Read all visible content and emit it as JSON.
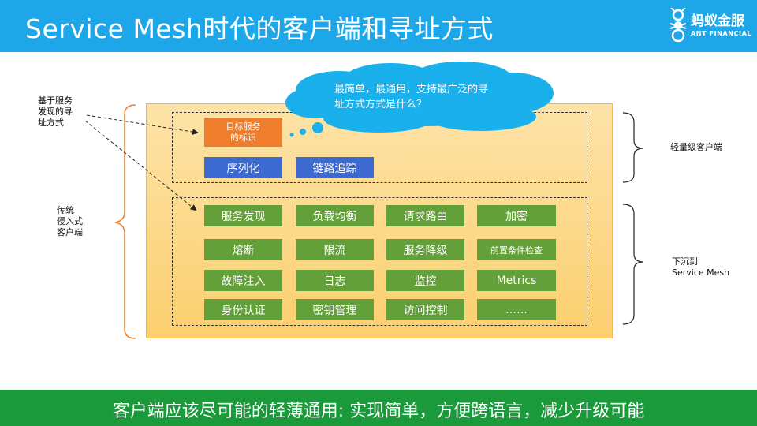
{
  "header": {
    "title": "Service Mesh时代的客户端和寻址方式",
    "logo_text": "蚂蚁金服",
    "logo_subtext": "ANT FINANCIAL"
  },
  "cloud": {
    "text": "最简单，最通用，支持最广泛的寻址方式方式是什么？"
  },
  "left_labels": {
    "addressing": "基于服务\n发现的寻\n址方式",
    "traditional": "传统\n侵入式\n客户端"
  },
  "right_labels": {
    "lightweight": "轻量级客户端",
    "sink": "下沉到\nService Mesh"
  },
  "top_group": {
    "identity": "目标服务\n的标识",
    "serialize": "序列化",
    "tracing": "链路追踪"
  },
  "bottom_group": {
    "rows": [
      [
        "服务发现",
        "负载均衡",
        "请求路由",
        "加密"
      ],
      [
        "熔断",
        "限流",
        "服务降级",
        "前置条件检查"
      ],
      [
        "故障注入",
        "日志",
        "监控",
        "Metrics"
      ],
      [
        "身份认证",
        "密钥管理",
        "访问控制",
        "……"
      ]
    ]
  },
  "footer": {
    "text": "客户端应该尽可能的轻薄通用: 实现简单，方便跨语言，减少升级可能"
  },
  "colors": {
    "header": "#1ea7e8",
    "footer": "#1a9a3a",
    "panel": "#fcd27a",
    "green_chip": "#64a03a",
    "blue_chip": "#3d6ad0",
    "orange_chip": "#f07d2b",
    "cloud": "#1ab0ec",
    "bracket": "#f07d2b"
  }
}
